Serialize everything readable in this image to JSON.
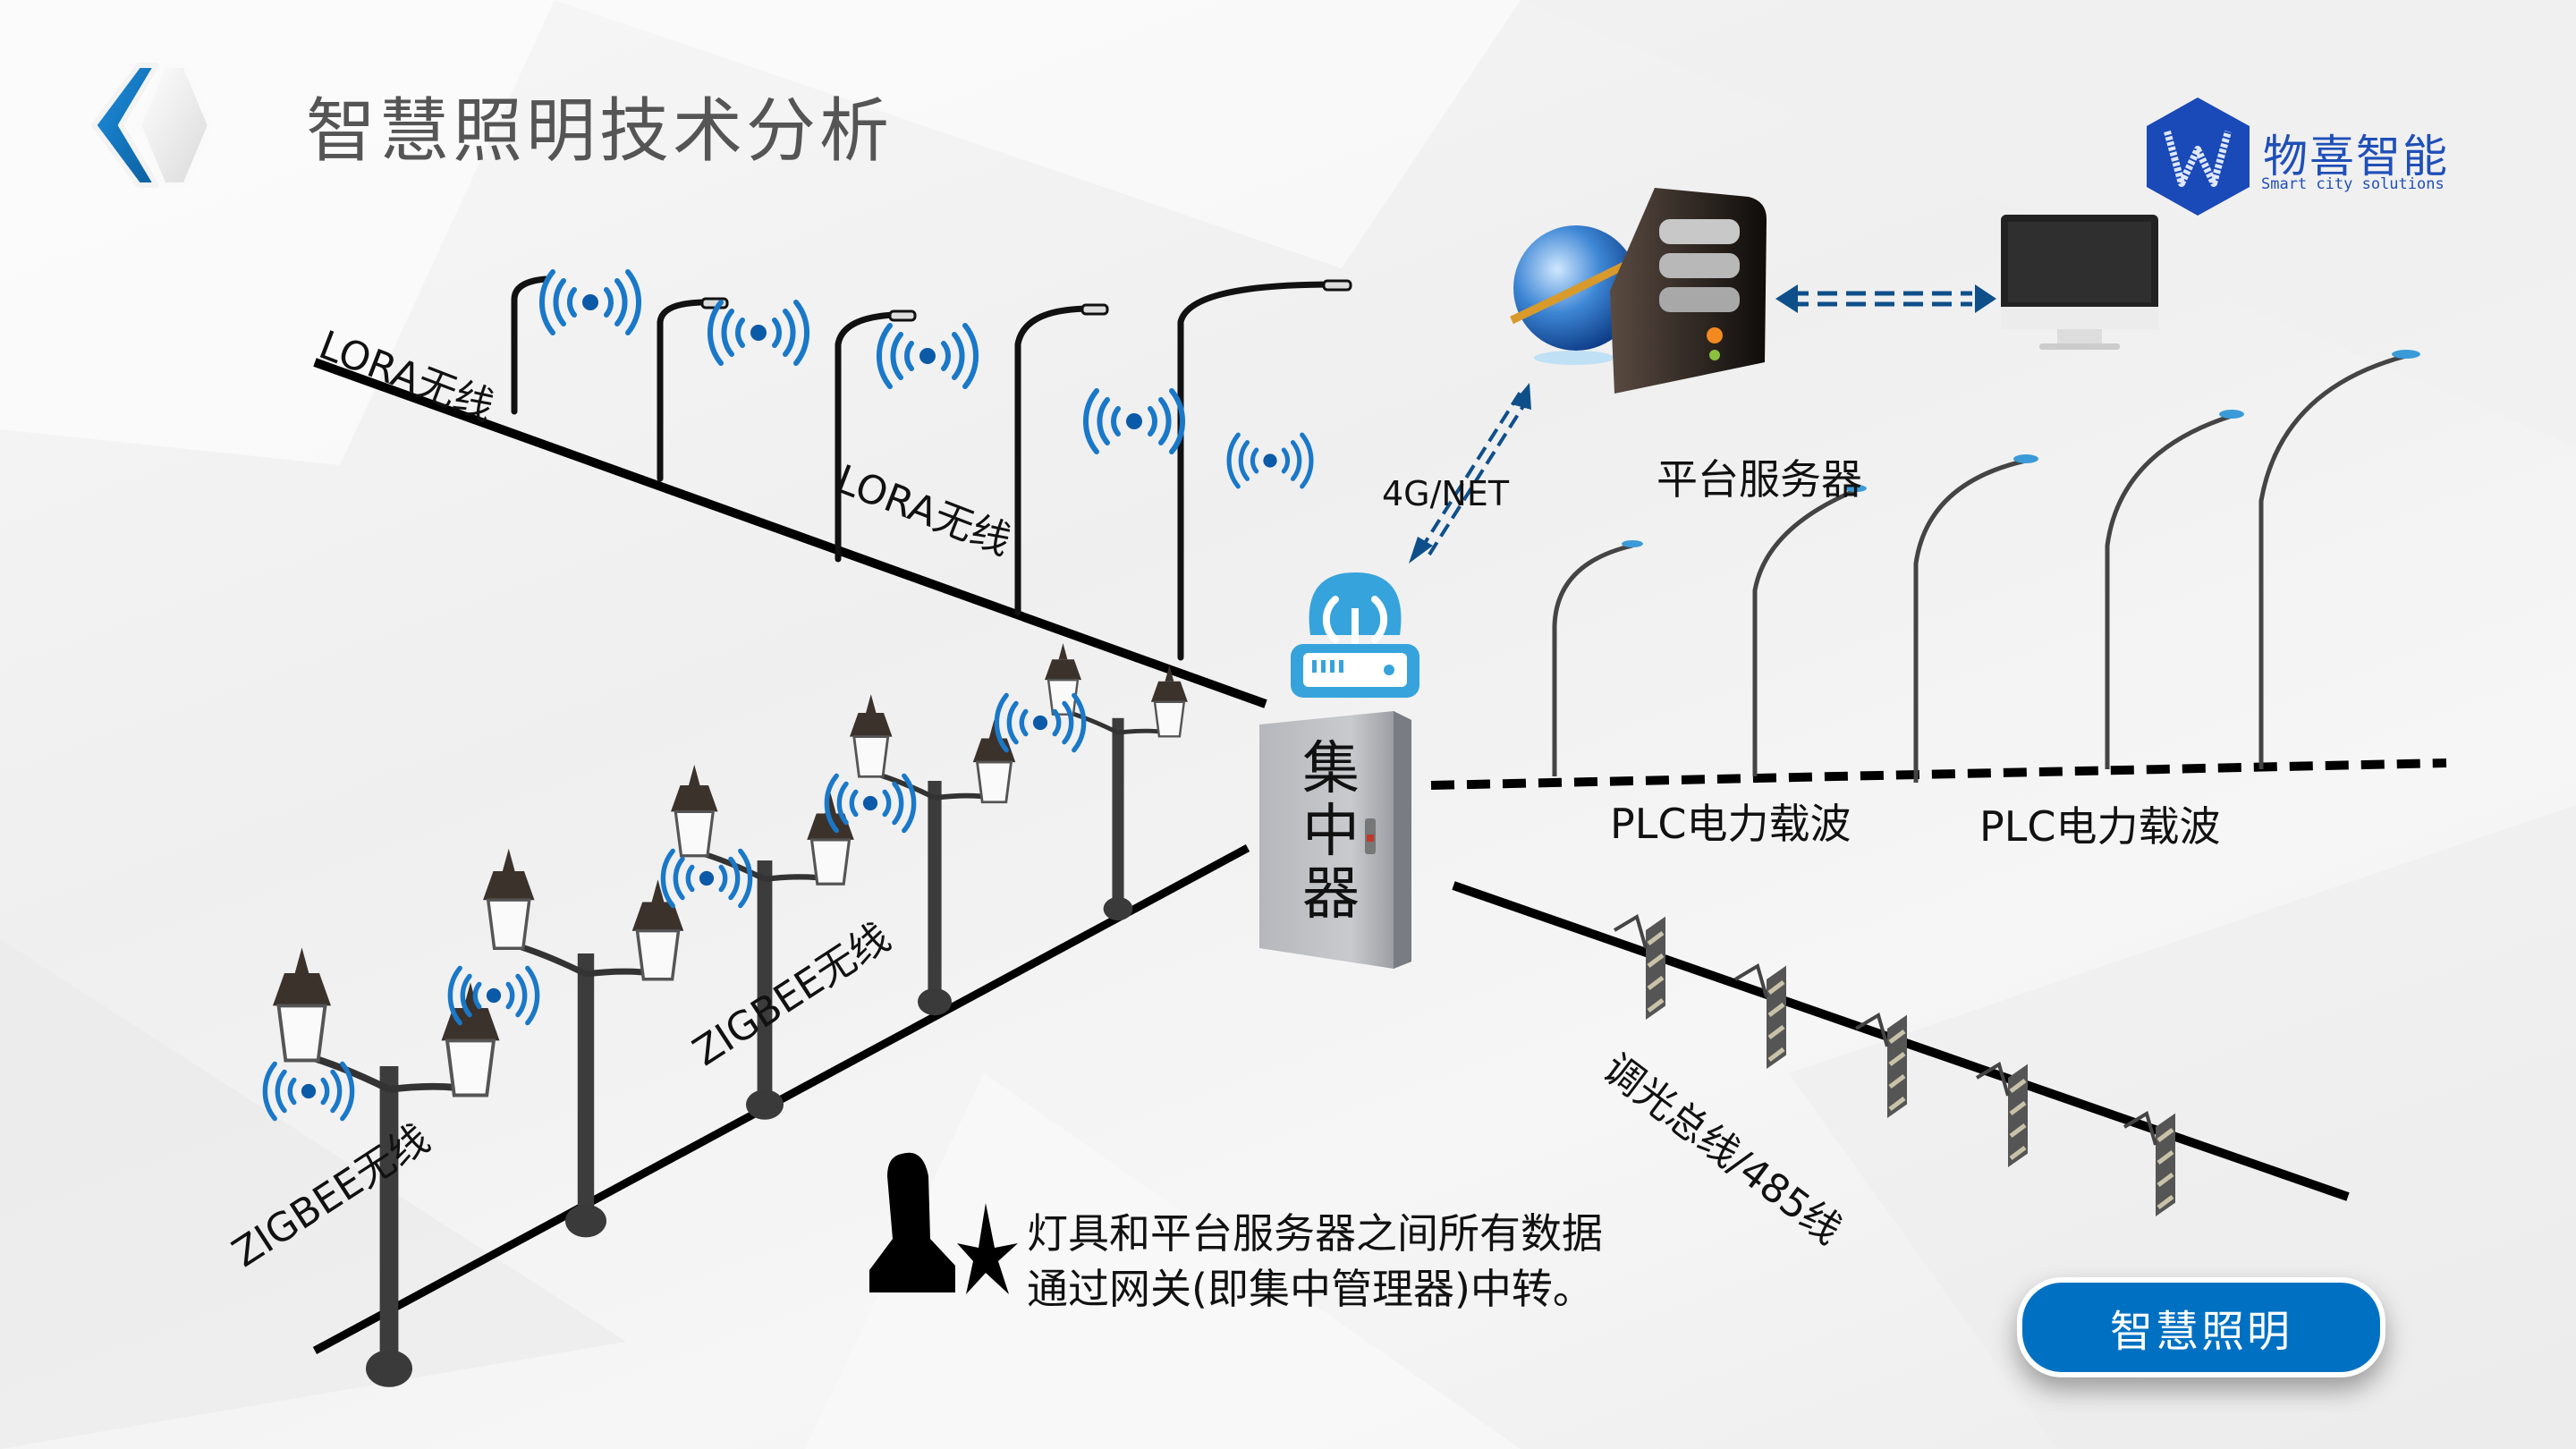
{
  "header": {
    "title": "智慧照明技术分析",
    "nav_icon": "double-chevron-left-icon"
  },
  "logo": {
    "name_cn": "物喜智能",
    "tagline": "Smart city solutions",
    "mark_letter": "W",
    "color": "#1f4fb8"
  },
  "diagram": {
    "concentrator_label": [
      "集",
      "中",
      "器"
    ],
    "server_label": "平台服务器",
    "uplink_label": "4G/NET",
    "branches": {
      "lora": {
        "labels": [
          "LORA无线",
          "LORA无线"
        ],
        "lamp_count": 5,
        "signal_count": 5
      },
      "zigbee": {
        "labels": [
          "ZIGBEE无线",
          "ZIGBEE无线"
        ],
        "lamp_count": 5,
        "signal_count": 5
      },
      "plc": {
        "labels": [
          "PLC电力载波",
          "PLC电力载波"
        ],
        "lamp_count": 5
      },
      "bus": {
        "label": "调光总线/485线",
        "floodlight_count": 5
      }
    },
    "icons": {
      "globe": "globe-icon",
      "server": "server-tower-icon",
      "monitor": "monitor-icon",
      "router": "wireless-router-icon",
      "cabinet": "cabinet-icon",
      "signal": "wireless-signal-icon"
    }
  },
  "note": {
    "icon": "person-star-icon",
    "lines": [
      "灯具和平台服务器之间所有数据",
      "通过网关(即集中管理器)中转。"
    ]
  },
  "badge": {
    "label": "智慧照明",
    "color": "#0071c2"
  },
  "colors": {
    "signal_blue": "#1a78c8",
    "arrow_blue": "#0e4f8a",
    "router_blue": "#36a3dc"
  }
}
